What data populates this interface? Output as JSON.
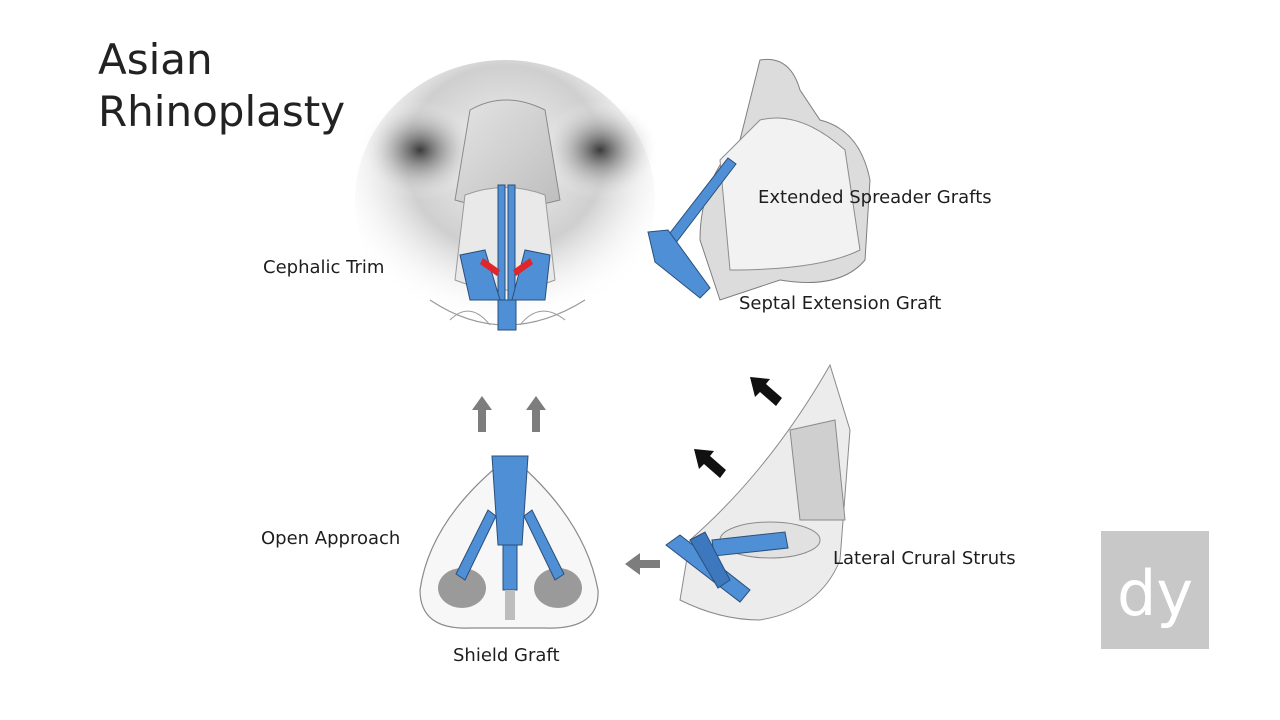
{
  "title_lines": [
    "Asian",
    "Rhinoplasty"
  ],
  "labels": {
    "cephalic_trim": "Cephalic Trim",
    "extended_spreader": "Extended Spreader Grafts",
    "septal_extension": "Septal Extension Graft",
    "open_approach": "Open Approach",
    "shield_graft": "Shield Graft",
    "lateral_crural": "Lateral Crural Struts"
  },
  "logo_text": "dy",
  "colors": {
    "graft_blue": "#4f8fd6",
    "graft_outline": "#2a4f7a",
    "trim_red": "#e0262a",
    "arrow_gray": "#7d7d7d",
    "arrow_black": "#111111",
    "logo_gray": "#c8c8c8"
  }
}
